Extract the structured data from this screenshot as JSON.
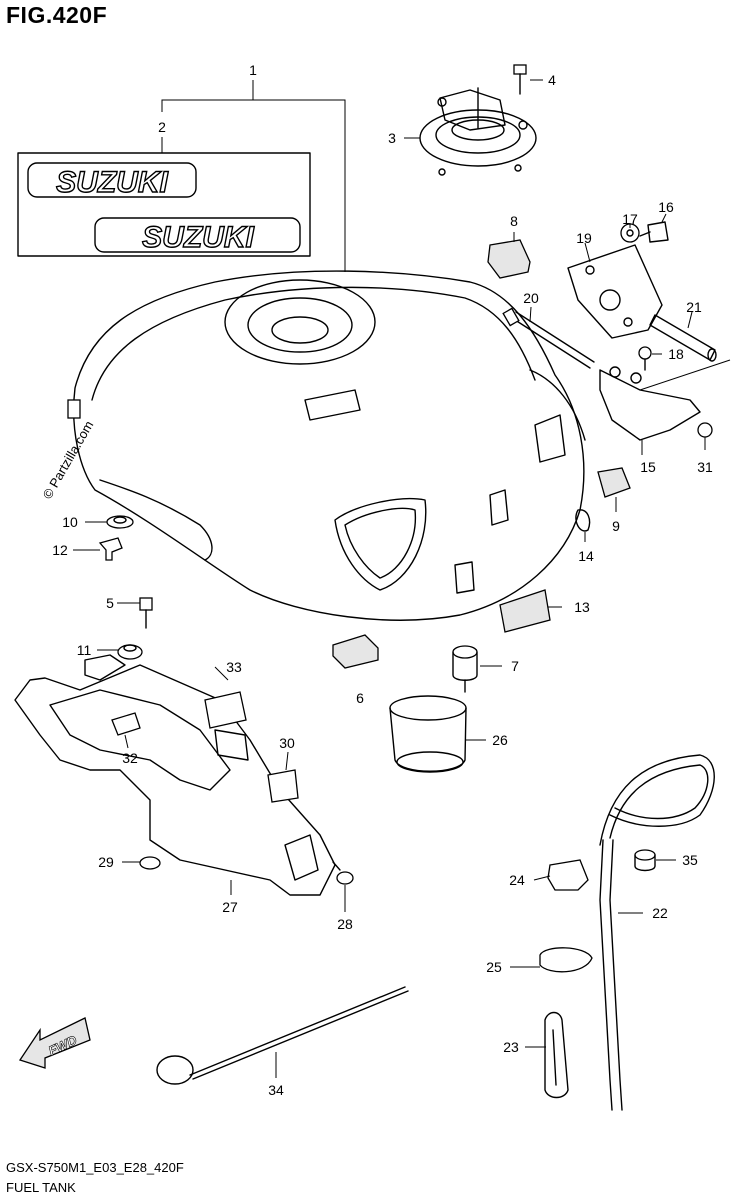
{
  "header": {
    "figure_title": "FIG.420F"
  },
  "footer": {
    "code": "GSX-S750M1_E03_E28_420F",
    "name": "FUEL TANK"
  },
  "watermark": "© Partzilla.com",
  "emblem_text": "SUZUKI",
  "fwd_label": "FWD",
  "callouts": {
    "c1": "1",
    "c2": "2",
    "c3": "3",
    "c4": "4",
    "c5": "5",
    "c6": "6",
    "c7": "7",
    "c8": "8",
    "c9": "9",
    "c10": "10",
    "c11": "11",
    "c12": "12",
    "c13": "13",
    "c14": "14",
    "c15": "15",
    "c16": "16",
    "c17": "17",
    "c18": "18",
    "c19": "19",
    "c20": "20",
    "c21": "21",
    "c22": "22",
    "c23": "23",
    "c24": "24",
    "c25": "25",
    "c26": "26",
    "c27": "27",
    "c28": "28",
    "c29": "29",
    "c30": "30",
    "c31": "31",
    "c32": "32",
    "c33": "33",
    "c34": "34",
    "c35": "35"
  }
}
